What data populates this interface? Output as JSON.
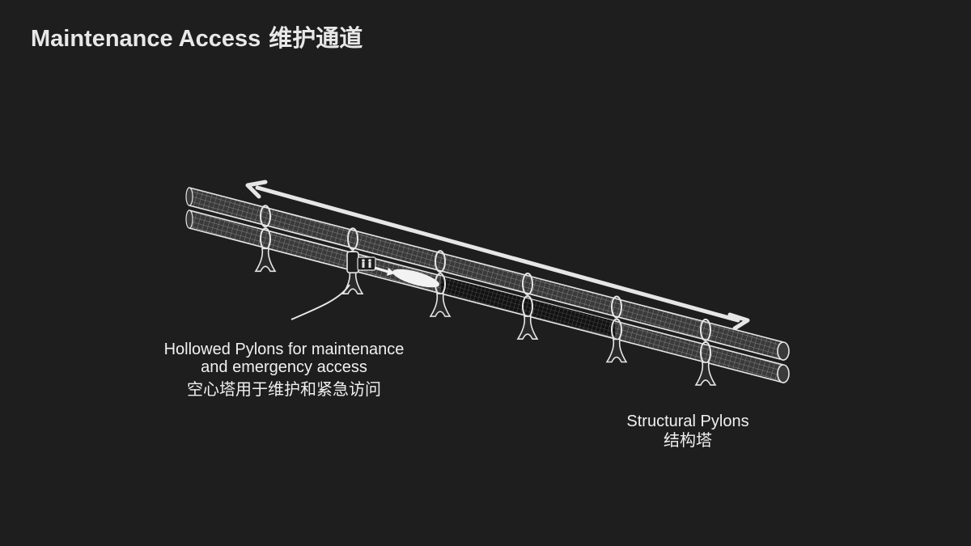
{
  "title": {
    "en": "Maintenance Access",
    "zh": "维护通道"
  },
  "labels": {
    "hollow_pylons": {
      "en": "Hollowed Pylons for maintenance and emergency access",
      "zh": "空心塔用于维护和紧急访问"
    },
    "structural_pylons": {
      "en": "Structural Pylons",
      "zh": "结构塔"
    }
  },
  "colors": {
    "background": "#1e1e1e",
    "line_art": "#e6e6e6",
    "tube_fill": "#3a3a3a",
    "tube_fill_dark": "#111111"
  },
  "icons": {
    "direction_arrow": "double-headed-arrow-icon",
    "passenger_sign": "people-icon",
    "travel_direction": "right-arrow-icon",
    "pod": "capsule-pod-icon"
  }
}
